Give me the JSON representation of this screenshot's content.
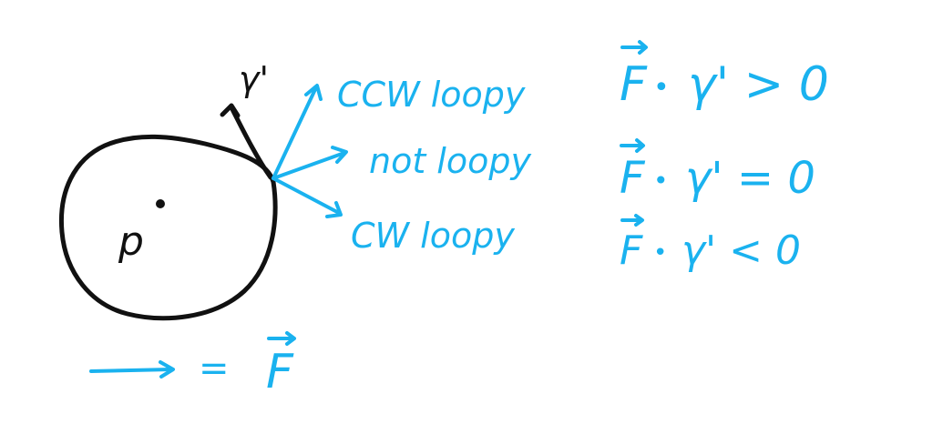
{
  "colors": {
    "ink_black": "#111111",
    "ink_blue": "#1ab2ef",
    "background": "#ffffff"
  },
  "labels": {
    "point": "p",
    "gamma_prime": "γ'",
    "ccw": "CCW loopy",
    "not": "not loopy",
    "cw": "CW loopy",
    "legend_eq": "=",
    "legend_f": "F"
  },
  "equations": [
    {
      "lhs_f": "F",
      "dot": "•",
      "rest": "γ' > 0"
    },
    {
      "lhs_f": "F",
      "dot": "•",
      "rest": "γ' = 0"
    },
    {
      "lhs_f": "F",
      "dot": "•",
      "rest": "γ' < 0"
    }
  ]
}
